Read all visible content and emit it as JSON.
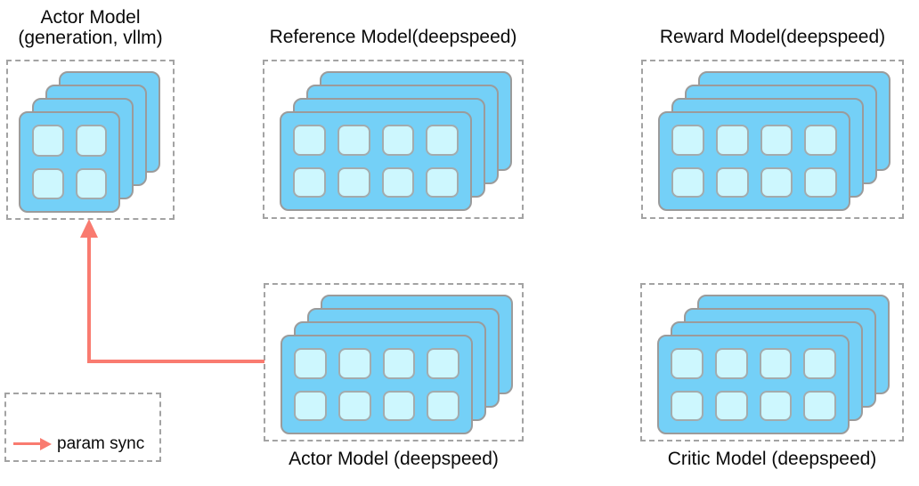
{
  "colors": {
    "card_fill": "#74d0f7",
    "card_border": "#9b9b9b",
    "gpu_fill": "#cdf7fe",
    "gpu_border": "#a3abad",
    "box_border": "#a3a3a3",
    "arrow": "#f97b70",
    "text": "#0a0a0a"
  },
  "models": [
    {
      "id": "actor-vllm",
      "title_line1": "Actor Model",
      "title_line2": "(generation, vllm)",
      "cards": 4,
      "gpus_per_card": 4
    },
    {
      "id": "reference",
      "title": "Reference Model(deepspeed)",
      "cards": 4,
      "gpus_per_card": 8
    },
    {
      "id": "reward",
      "title": "Reward Model(deepspeed)",
      "cards": 4,
      "gpus_per_card": 8
    },
    {
      "id": "actor-deepspeed",
      "label": "Actor Model (deepspeed)",
      "cards": 4,
      "gpus_per_card": 8
    },
    {
      "id": "critic",
      "label": "Critic Model (deepspeed)",
      "cards": 4,
      "gpus_per_card": 8
    }
  ],
  "legend": {
    "label": "param sync"
  }
}
